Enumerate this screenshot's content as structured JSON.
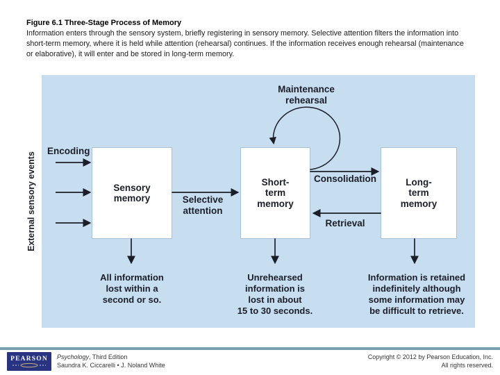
{
  "header": {
    "title": "Figure 6.1 Three-Stage Process of Memory",
    "description": "Information enters through the sensory system, briefly registering in sensory memory. Selective attention filters the information into short-term memory, where it is held while attention (rehearsal) continues. If the information receives enough rehearsal (maintenance or elaborative), it will enter and be stored in long-term memory."
  },
  "diagram": {
    "axis_label": "External sensory events",
    "labels": {
      "encoding": "Encoding",
      "selective_attention": "Selective\nattention",
      "maintenance_rehearsal": "Maintenance\nrehearsal",
      "consolidation": "Consolidation",
      "retrieval": "Retrieval"
    },
    "boxes": {
      "sensory": "Sensory\nmemory",
      "short_term": "Short-\nterm\nmemory",
      "long_term": "Long-\nterm\nmemory"
    },
    "captions": {
      "sensory": "All information\nlost within a\nsecond or so.",
      "short_term": "Unrehearsed\ninformation is\nlost in about\n15 to 30 seconds.",
      "long_term": "Information is retained\nindefinitely although\nsome information may\nbe difficult to retrieve."
    },
    "colors": {
      "panel_bg": "#C7DDF0",
      "ink": "#1B1E28",
      "box_bg": "#FFFFFF"
    }
  },
  "footer": {
    "logo_text": "PEARSON",
    "book_title_italic": "Psychology",
    "book_title_rest": ", Third Edition",
    "authors": "Saundra K. Ciccarelli • J. Noland White",
    "copyright_line1": "Copyright © 2012 by Pearson Education, Inc.",
    "copyright_line2": "All rights reserved.",
    "colors": {
      "rule": "#78A0AE",
      "logo_bg": "#283480"
    }
  }
}
